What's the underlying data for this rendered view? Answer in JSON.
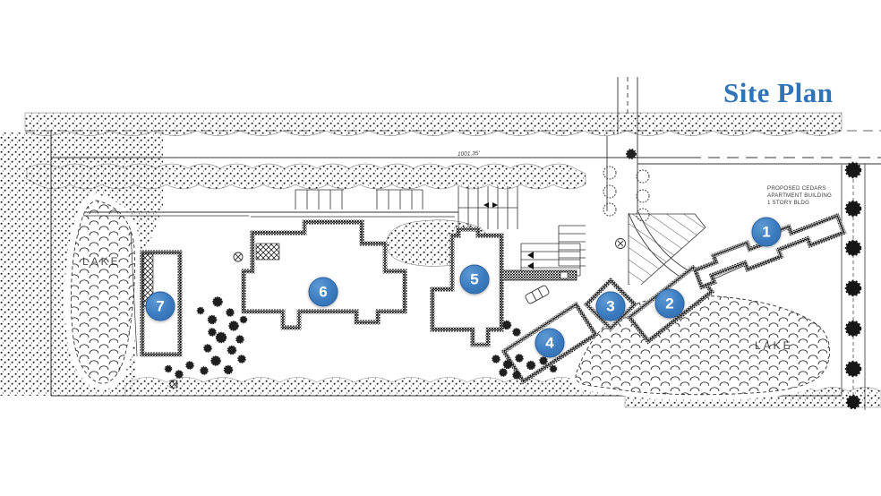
{
  "page": {
    "title": "Site Plan"
  },
  "colors": {
    "title_blue": "#2E74B6",
    "marker_blue": "#3A7BBF",
    "marker_border": "#2B62A0",
    "drawing_ink": "#222222"
  },
  "plan": {
    "lake_left_label": "LAKE",
    "lake_right_label": "LAKE",
    "building1_note": {
      "line1": "PROPOSED CEDARS",
      "line2": "APARTMENT BUILDING",
      "line3": "1 STORY BLDG"
    },
    "dimension_label": "1001.35'"
  },
  "markers": [
    {
      "label": "1"
    },
    {
      "label": "2"
    },
    {
      "label": "3"
    },
    {
      "label": "4"
    },
    {
      "label": "5"
    },
    {
      "label": "6"
    },
    {
      "label": "7"
    }
  ]
}
